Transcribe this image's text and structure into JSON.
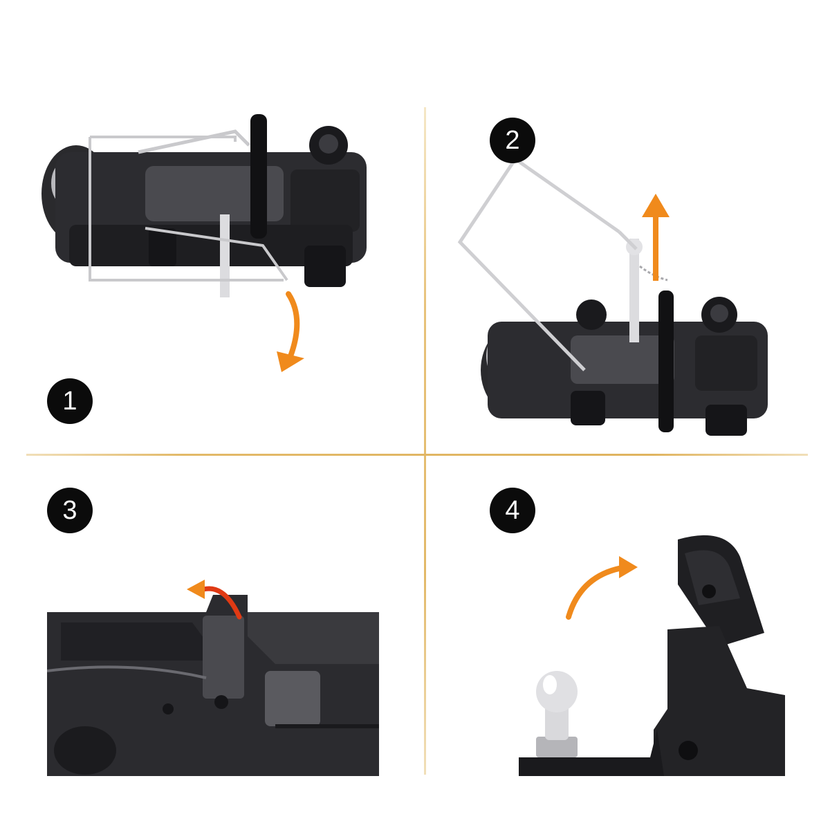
{
  "steps": [
    {
      "number": "1"
    },
    {
      "number": "2"
    },
    {
      "number": "3"
    },
    {
      "number": "4"
    }
  ],
  "colors": {
    "background": "#ffffff",
    "divider": "#e2b968",
    "badge": "#0b0b0b",
    "badge_text": "#ffffff",
    "arrow": "#f08a1c",
    "metal_dark": "#1f1f22",
    "metal_mid": "#3a3a3e",
    "chrome": "#cfcfd2"
  },
  "icons": {
    "step1": "down-curved-arrow-icon",
    "step2": "up-arrow-icon",
    "step3": "up-curved-arrow-icon",
    "step4": "curved-arrow-icon"
  }
}
